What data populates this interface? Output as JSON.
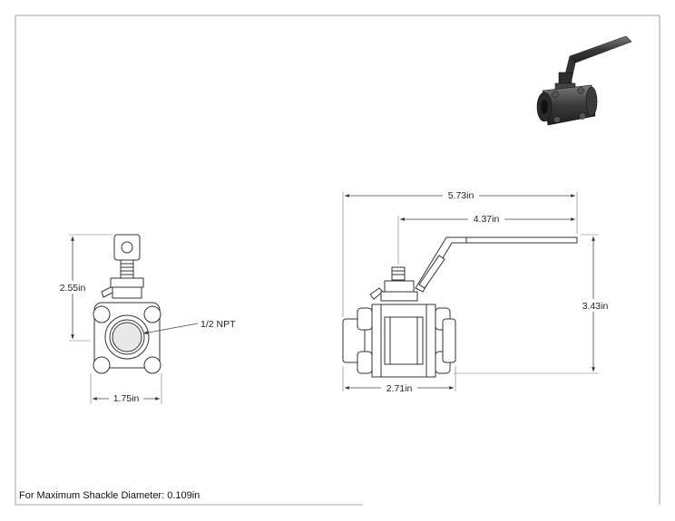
{
  "dimensions": {
    "front_height": "2.55in",
    "front_width": "1.75in",
    "thread_label": "1/2 NPT",
    "side_overall_length": "5.73in",
    "side_handle_length": "4.37in",
    "side_height": "3.43in",
    "side_body_length": "2.71in"
  },
  "note": "For Maximum Shackle Diameter: 0.109in"
}
